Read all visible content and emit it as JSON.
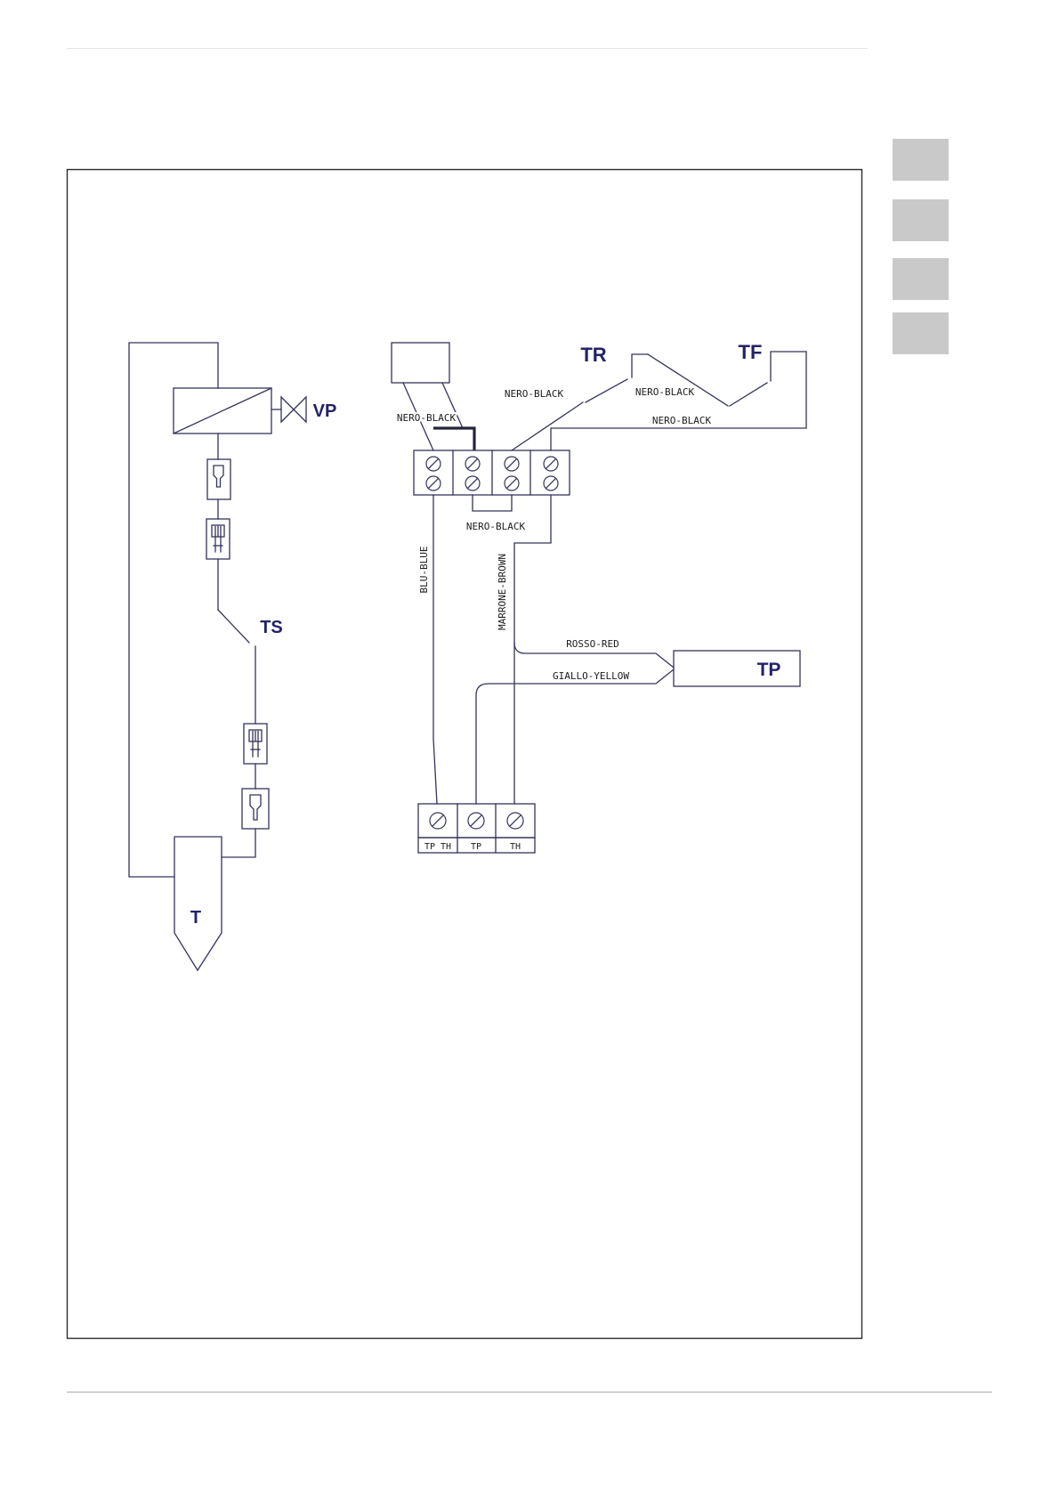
{
  "page": {
    "background": "#ffffff",
    "top_rule_color": "#e3e3e3",
    "bottom_rule_color": "#d0d0d0"
  },
  "colors": {
    "diagram_line": "#34345c",
    "frame_border": "#2b2b2b",
    "component_label_navy": "#232268",
    "wire_label_text": "#1c1c1c",
    "side_marker_gray": "#c9c9c9"
  },
  "diagram": {
    "component_labels": {
      "vp": "VP",
      "ts": "TS",
      "t": "T",
      "tr": "TR",
      "tf": "TF",
      "tp": "TP"
    },
    "wire_labels": {
      "nero_black": "NERO-BLACK",
      "blu_blue": "BLU-BLUE",
      "marrone_brown": "MARRONE-BROWN",
      "rosso_red": "ROSSO-RED",
      "giallo_yellow": "GIALLO-YELLOW"
    },
    "terminal_block_lower": {
      "labels": [
        "TP TH",
        "TP",
        "TH"
      ]
    }
  }
}
